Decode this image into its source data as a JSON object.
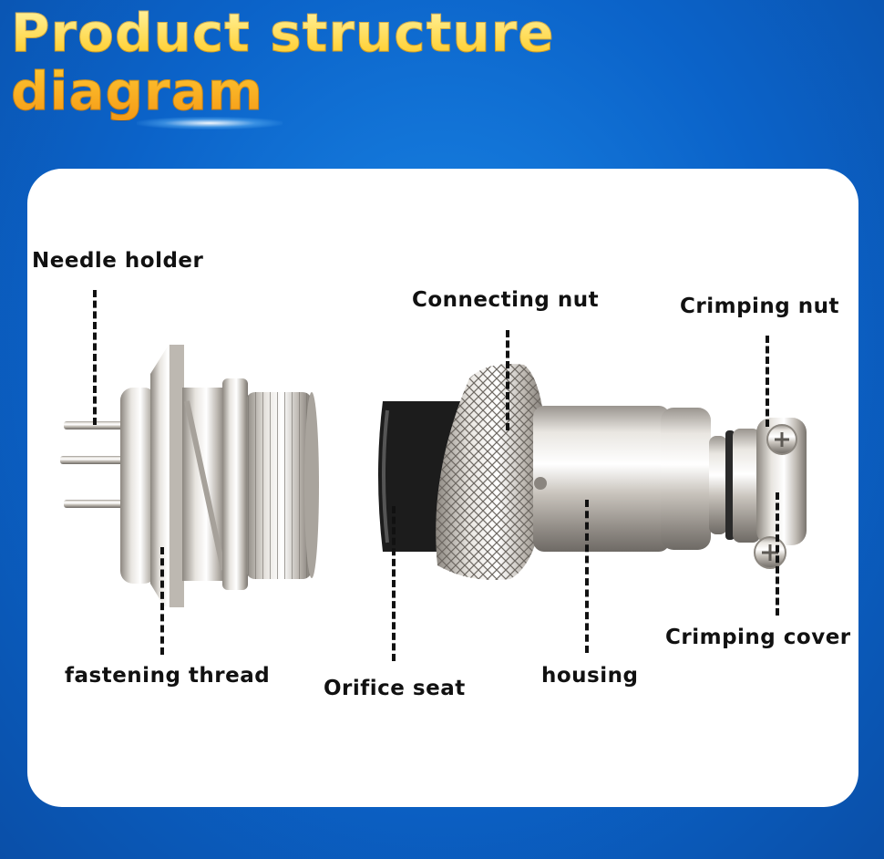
{
  "title": {
    "line1": "Product structure",
    "line2": "diagram"
  },
  "labels": {
    "needle_holder": "Needle holder",
    "connecting_nut": "Connecting nut",
    "crimping_nut": "Crimping nut",
    "fastening_thread": "fastening thread",
    "orifice_seat": "Orifice seat",
    "housing": "housing",
    "crimping_cover": "Crimping cover"
  },
  "colors": {
    "background": "#0b63c9",
    "panel": "#ffffff",
    "title_top": "#fff6a8",
    "title_bottom": "#f59a16",
    "label_text": "#111111"
  }
}
